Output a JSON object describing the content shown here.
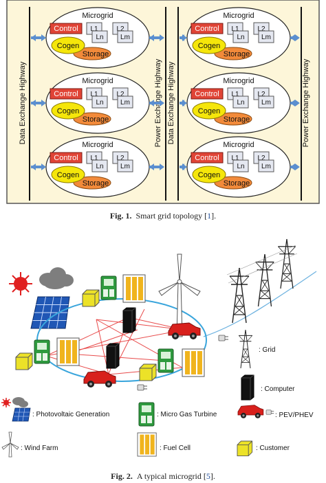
{
  "figure1": {
    "microgrid_title": "Microgrid",
    "control_label": "Control",
    "cogen_label": "Cogen",
    "storage_label": "Storage",
    "load_labels": [
      "L1",
      "L2",
      "Ln",
      "Lm"
    ],
    "highways": {
      "data_left": "Data Exchange Highway",
      "power_mid": "Power Exchange Highway",
      "data_mid": "Data Exchange Highway",
      "power_right": "Power Exchange Highway"
    },
    "caption_label": "Fig. 1.",
    "caption_text": "Smart grid topology [",
    "caption_ref": "1",
    "caption_end": "]."
  },
  "figure2": {
    "legend": {
      "grid": ": Grid",
      "computer": ": Computer",
      "pv": ": Photovoltaic Generation",
      "turbine": ": Micro Gas Turbine",
      "pev": ": PEV/PHEV",
      "wind": ": Wind Farm",
      "fuel": ": Fuel Cell",
      "customer": ": Customer"
    },
    "caption_label": "Fig. 2.",
    "caption_text": "A typical microgrid [",
    "caption_ref": "5",
    "caption_end": "]."
  },
  "colors": {
    "figure1_background": "#fdf6d9",
    "control": "#e04436",
    "cogen": "#f5e60a",
    "storage": "#f28a3a",
    "load_box": "#e5e8f1",
    "microgrid_ellipse": "#ffffff",
    "arrow": "#5b8fcf",
    "ring": "#39a5dc",
    "link": "#e84a4a",
    "vehicle": "#d8201c",
    "turbine": "#2e9a3e",
    "fuel_cell": "#f0b41e",
    "customer": "#ece228",
    "pv_panel": "#2057b5"
  }
}
